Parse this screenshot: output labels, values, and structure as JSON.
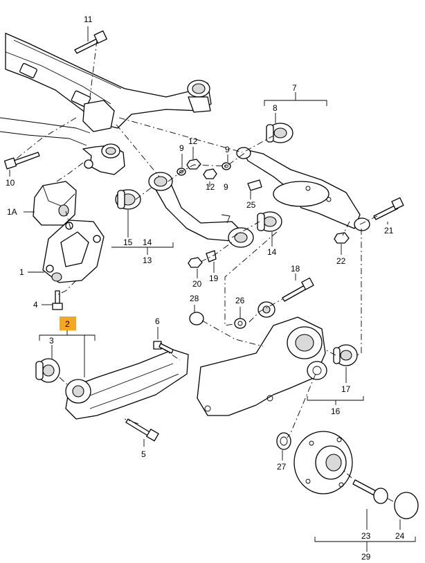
{
  "labels": {
    "l1": "1",
    "l1a": "1A",
    "l2": "2",
    "l3": "3",
    "l4": "4",
    "l5": "5",
    "l6": "6",
    "l7": "7",
    "l8": "8",
    "l9a": "9",
    "l9b": "9",
    "l10": "10",
    "l11": "11",
    "l12a": "12",
    "l12b": "12",
    "l13": "13",
    "l14a": "14",
    "l14b": "14",
    "l15": "15",
    "l16": "16",
    "l17": "17",
    "l18": "18",
    "l19": "19",
    "l20": "20",
    "l21": "21",
    "l22": "22",
    "l23": "23",
    "l24": "24",
    "l25": "25",
    "l26": "26",
    "l27": "27",
    "l28": "28",
    "l29": "29"
  },
  "highlight_color": "#f5a623"
}
